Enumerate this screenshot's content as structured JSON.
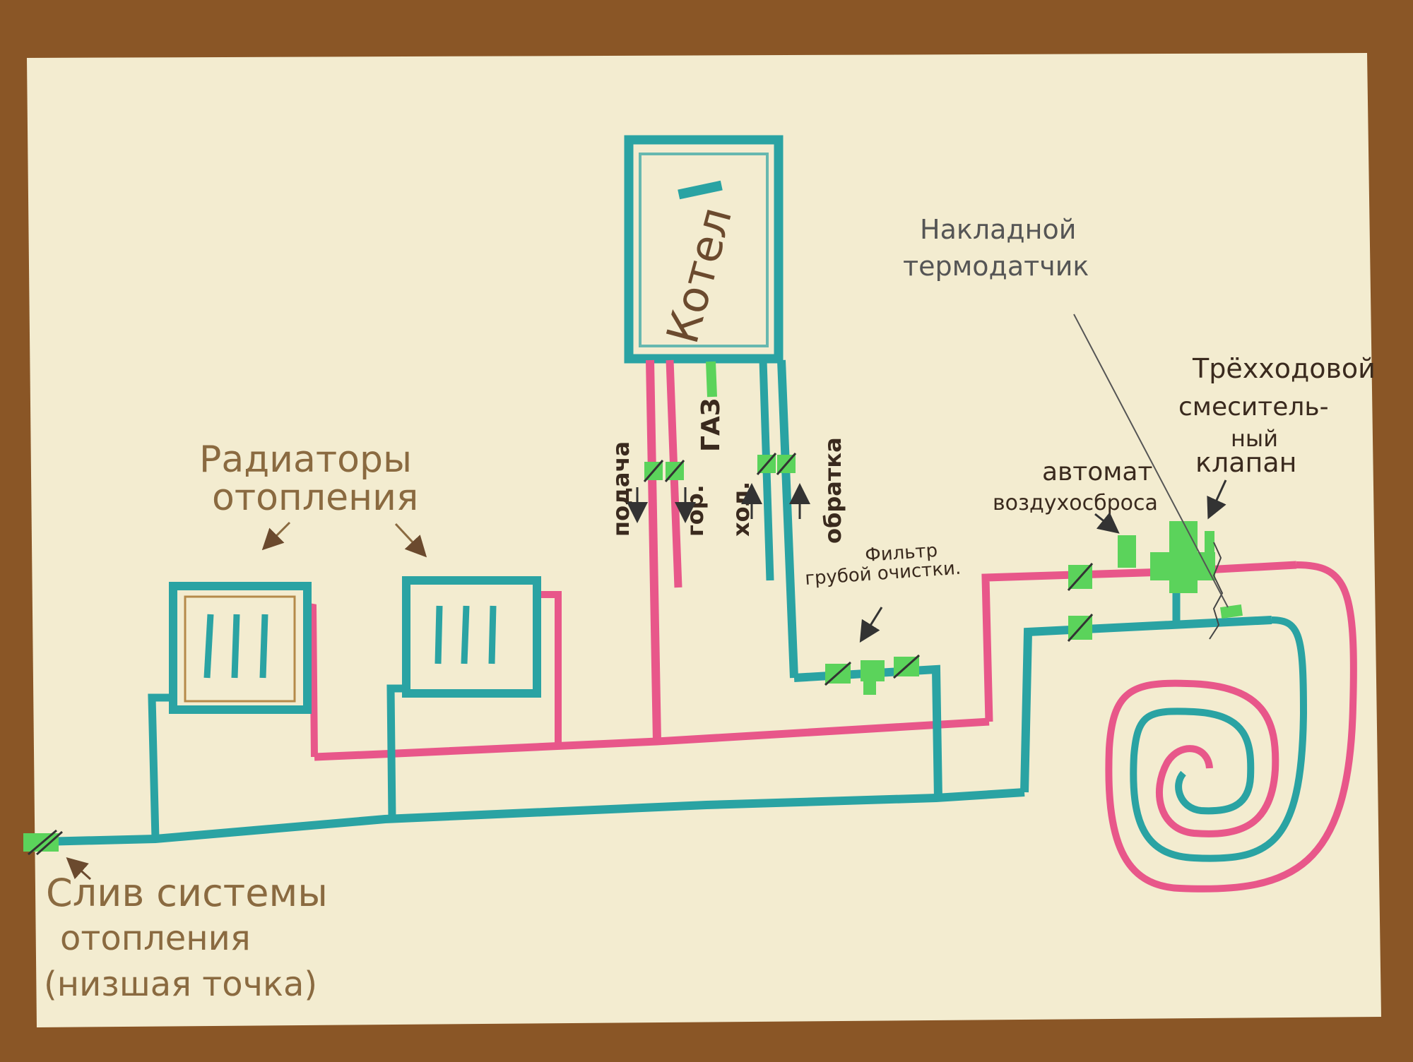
{
  "colors": {
    "desk": "#8a5626",
    "paper": "#f3ecd0",
    "supply": "#e8578a",
    "return": "#2aa3a3",
    "valve": "#5bd35b",
    "ink": "#6b4a2e",
    "pencil": "#555555"
  },
  "labels": {
    "boiler": "Котел",
    "radiators_line1": "Радиаторы",
    "radiators_line2": "отопления",
    "supply": "подача",
    "hot_water": "гор.",
    "gas": "ГАЗ",
    "cold_water": "хол.",
    "return_line": "обратка",
    "filter_line1": "Фильтр",
    "filter_line2": "грубой очистки.",
    "air_vent_line1": "автомат",
    "air_vent_line2": "воздухосброса",
    "valve_line1": "Трёхходовой",
    "valve_line2": "смеситель-",
    "valve_line3": "ный",
    "valve_line4": "клапан",
    "sensor_line1": "Накладной",
    "sensor_line2": "термодатчик",
    "drain_line1": "Слив системы",
    "drain_line2": "отопления",
    "drain_line3": "(низшая точка)"
  }
}
